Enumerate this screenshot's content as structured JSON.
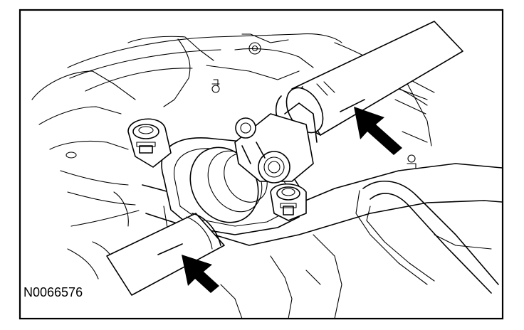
{
  "figure": {
    "reference_code": "N0066576",
    "callouts": [
      {
        "icon": "arrow-icon",
        "points_to": "alignment-mark-rear"
      },
      {
        "icon": "arrow-icon",
        "points_to": "alignment-mark-front"
      }
    ]
  }
}
